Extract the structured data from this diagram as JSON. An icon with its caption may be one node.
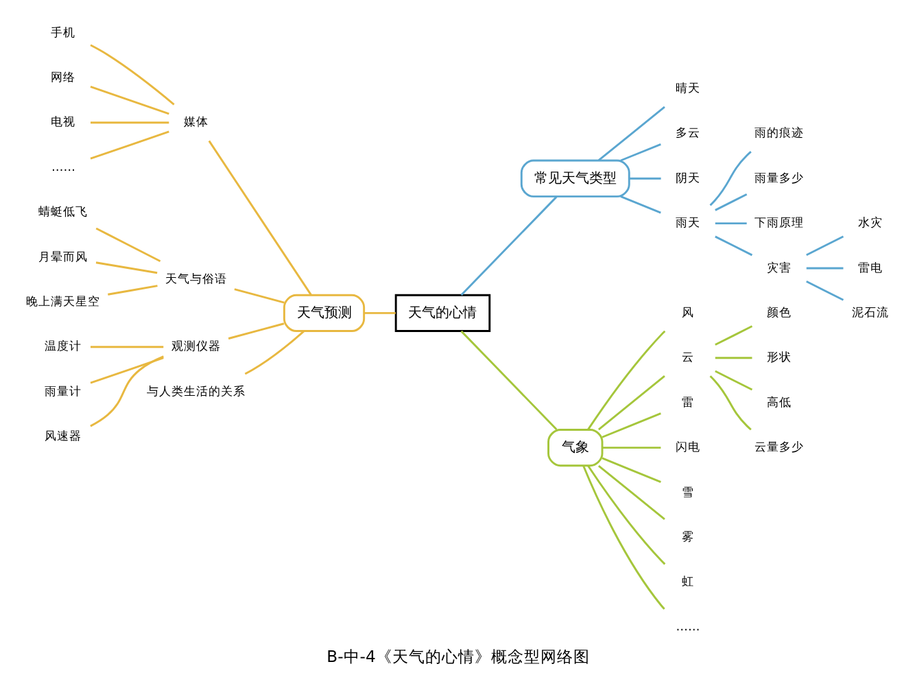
{
  "diagram": {
    "caption": "B-中-4《天气的心情》概念型网络图",
    "nodes": [
      {
        "text": [
          "天气的心情"
        ]
      },
      {
        "text": [
          "常见天气类型"
        ]
      },
      {
        "text": [
          "天气预测"
        ]
      },
      {
        "text": [
          "气象"
        ]
      },
      {
        "text": [
          "晴天"
        ]
      },
      {
        "text": [
          "多云"
        ]
      },
      {
        "text": [
          "阴天"
        ]
      },
      {
        "text": [
          "雨天"
        ]
      },
      {
        "text": [
          "雨的痕迹"
        ]
      },
      {
        "text": [
          "雨量多少"
        ]
      },
      {
        "text": [
          "下雨原理"
        ]
      },
      {
        "text": [
          "灾害"
        ]
      },
      {
        "text": [
          "水灾"
        ]
      },
      {
        "text": [
          "雷电"
        ]
      },
      {
        "text": [
          "泥石流"
        ]
      },
      {
        "text": [
          "媒体"
        ]
      },
      {
        "text": [
          "天气与俗语"
        ]
      },
      {
        "text": [
          "观测仪器"
        ]
      },
      {
        "text": [
          "与人类生活的关系"
        ]
      },
      {
        "text": [
          "手机"
        ]
      },
      {
        "text": [
          "网络"
        ]
      },
      {
        "text": [
          "电视"
        ]
      },
      {
        "text": [
          "……"
        ]
      },
      {
        "text": [
          "蜻蜓低飞"
        ]
      },
      {
        "text": [
          "月晕而风"
        ]
      },
      {
        "text": [
          "晚上满天星空"
        ]
      },
      {
        "text": [
          "温度计"
        ]
      },
      {
        "text": [
          "雨量计"
        ]
      },
      {
        "text": [
          "风速器"
        ]
      },
      {
        "text": [
          "风"
        ]
      },
      {
        "text": [
          "云"
        ]
      },
      {
        "text": [
          "雷"
        ]
      },
      {
        "text": [
          "闪电"
        ]
      },
      {
        "text": [
          "雪"
        ]
      },
      {
        "text": [
          "雾"
        ]
      },
      {
        "text": [
          "虹"
        ]
      },
      {
        "text": [
          "……"
        ]
      },
      {
        "text": [
          "颜色"
        ]
      },
      {
        "text": [
          "形状"
        ]
      },
      {
        "text": [
          "高低"
        ]
      },
      {
        "text": [
          "云量多少"
        ]
      }
    ],
    "edges": [
      {
        "from": 0,
        "to": 1,
        "arrow": "none",
        "color": "#5aa6d0"
      },
      {
        "from": 1,
        "to": 4,
        "arrow": "none",
        "color": "#5aa6d0"
      },
      {
        "from": 1,
        "to": 5,
        "arrow": "none",
        "color": "#5aa6d0"
      },
      {
        "from": 1,
        "to": 6,
        "arrow": "none",
        "color": "#5aa6d0"
      },
      {
        "from": 1,
        "to": 7,
        "arrow": "none",
        "color": "#5aa6d0"
      },
      {
        "from": 7,
        "to": 8,
        "arrow": "none",
        "color": "#5aa6d0"
      },
      {
        "from": 7,
        "to": 9,
        "arrow": "none",
        "color": "#5aa6d0"
      },
      {
        "from": 7,
        "to": 10,
        "arrow": "none",
        "color": "#5aa6d0"
      },
      {
        "from": 7,
        "to": 11,
        "arrow": "none",
        "color": "#5aa6d0"
      },
      {
        "from": 11,
        "to": 12,
        "arrow": "none",
        "color": "#5aa6d0"
      },
      {
        "from": 11,
        "to": 13,
        "arrow": "none",
        "color": "#5aa6d0"
      },
      {
        "from": 11,
        "to": 14,
        "arrow": "none",
        "color": "#5aa6d0"
      },
      {
        "from": 0,
        "to": 2,
        "arrow": "none"
      },
      {
        "from": 2,
        "to": 15,
        "arrow": "none"
      },
      {
        "from": 2,
        "to": 16,
        "arrow": "none"
      },
      {
        "from": 2,
        "to": 17,
        "arrow": "none"
      },
      {
        "from": 2,
        "to": 18,
        "arrow": "none"
      },
      {
        "from": 15,
        "to": 19,
        "arrow": "none"
      },
      {
        "from": 15,
        "to": 20,
        "arrow": "none"
      },
      {
        "from": 15,
        "to": 21,
        "arrow": "none"
      },
      {
        "from": 15,
        "to": 22,
        "arrow": "none"
      },
      {
        "from": 16,
        "to": 23,
        "arrow": "none"
      },
      {
        "from": 16,
        "to": 24,
        "arrow": "none"
      },
      {
        "from": 16,
        "to": 25,
        "arrow": "none"
      },
      {
        "from": 17,
        "to": 26,
        "arrow": "none"
      },
      {
        "from": 17,
        "to": 27,
        "arrow": "none"
      },
      {
        "from": 17,
        "to": 28,
        "arrow": "none"
      },
      {
        "from": 0,
        "to": 3,
        "arrow": "none",
        "color": "#a5c63b"
      },
      {
        "from": 3,
        "to": 29,
        "arrow": "none",
        "color": "#a5c63b"
      },
      {
        "from": 3,
        "to": 30,
        "arrow": "none",
        "color": "#a5c63b"
      },
      {
        "from": 3,
        "to": 31,
        "arrow": "none",
        "color": "#a5c63b"
      },
      {
        "from": 3,
        "to": 32,
        "arrow": "none",
        "color": "#a5c63b"
      },
      {
        "from": 3,
        "to": 33,
        "arrow": "none",
        "color": "#a5c63b"
      },
      {
        "from": 3,
        "to": 34,
        "arrow": "none",
        "color": "#a5c63b"
      },
      {
        "from": 3,
        "to": 35,
        "arrow": "none",
        "color": "#a5c63b"
      },
      {
        "from": 3,
        "to": 36,
        "arrow": "none",
        "color": "#a5c63b"
      },
      {
        "from": 30,
        "to": 37,
        "arrow": "none",
        "color": "#a5c63b"
      },
      {
        "from": 30,
        "to": 38,
        "arrow": "none",
        "color": "#a5c63b"
      },
      {
        "from": 30,
        "to": 39,
        "arrow": "none",
        "color": "#a5c63b"
      },
      {
        "from": 30,
        "to": 40,
        "arrow": "none",
        "color": "#a5c63b"
      }
    ]
  }
}
